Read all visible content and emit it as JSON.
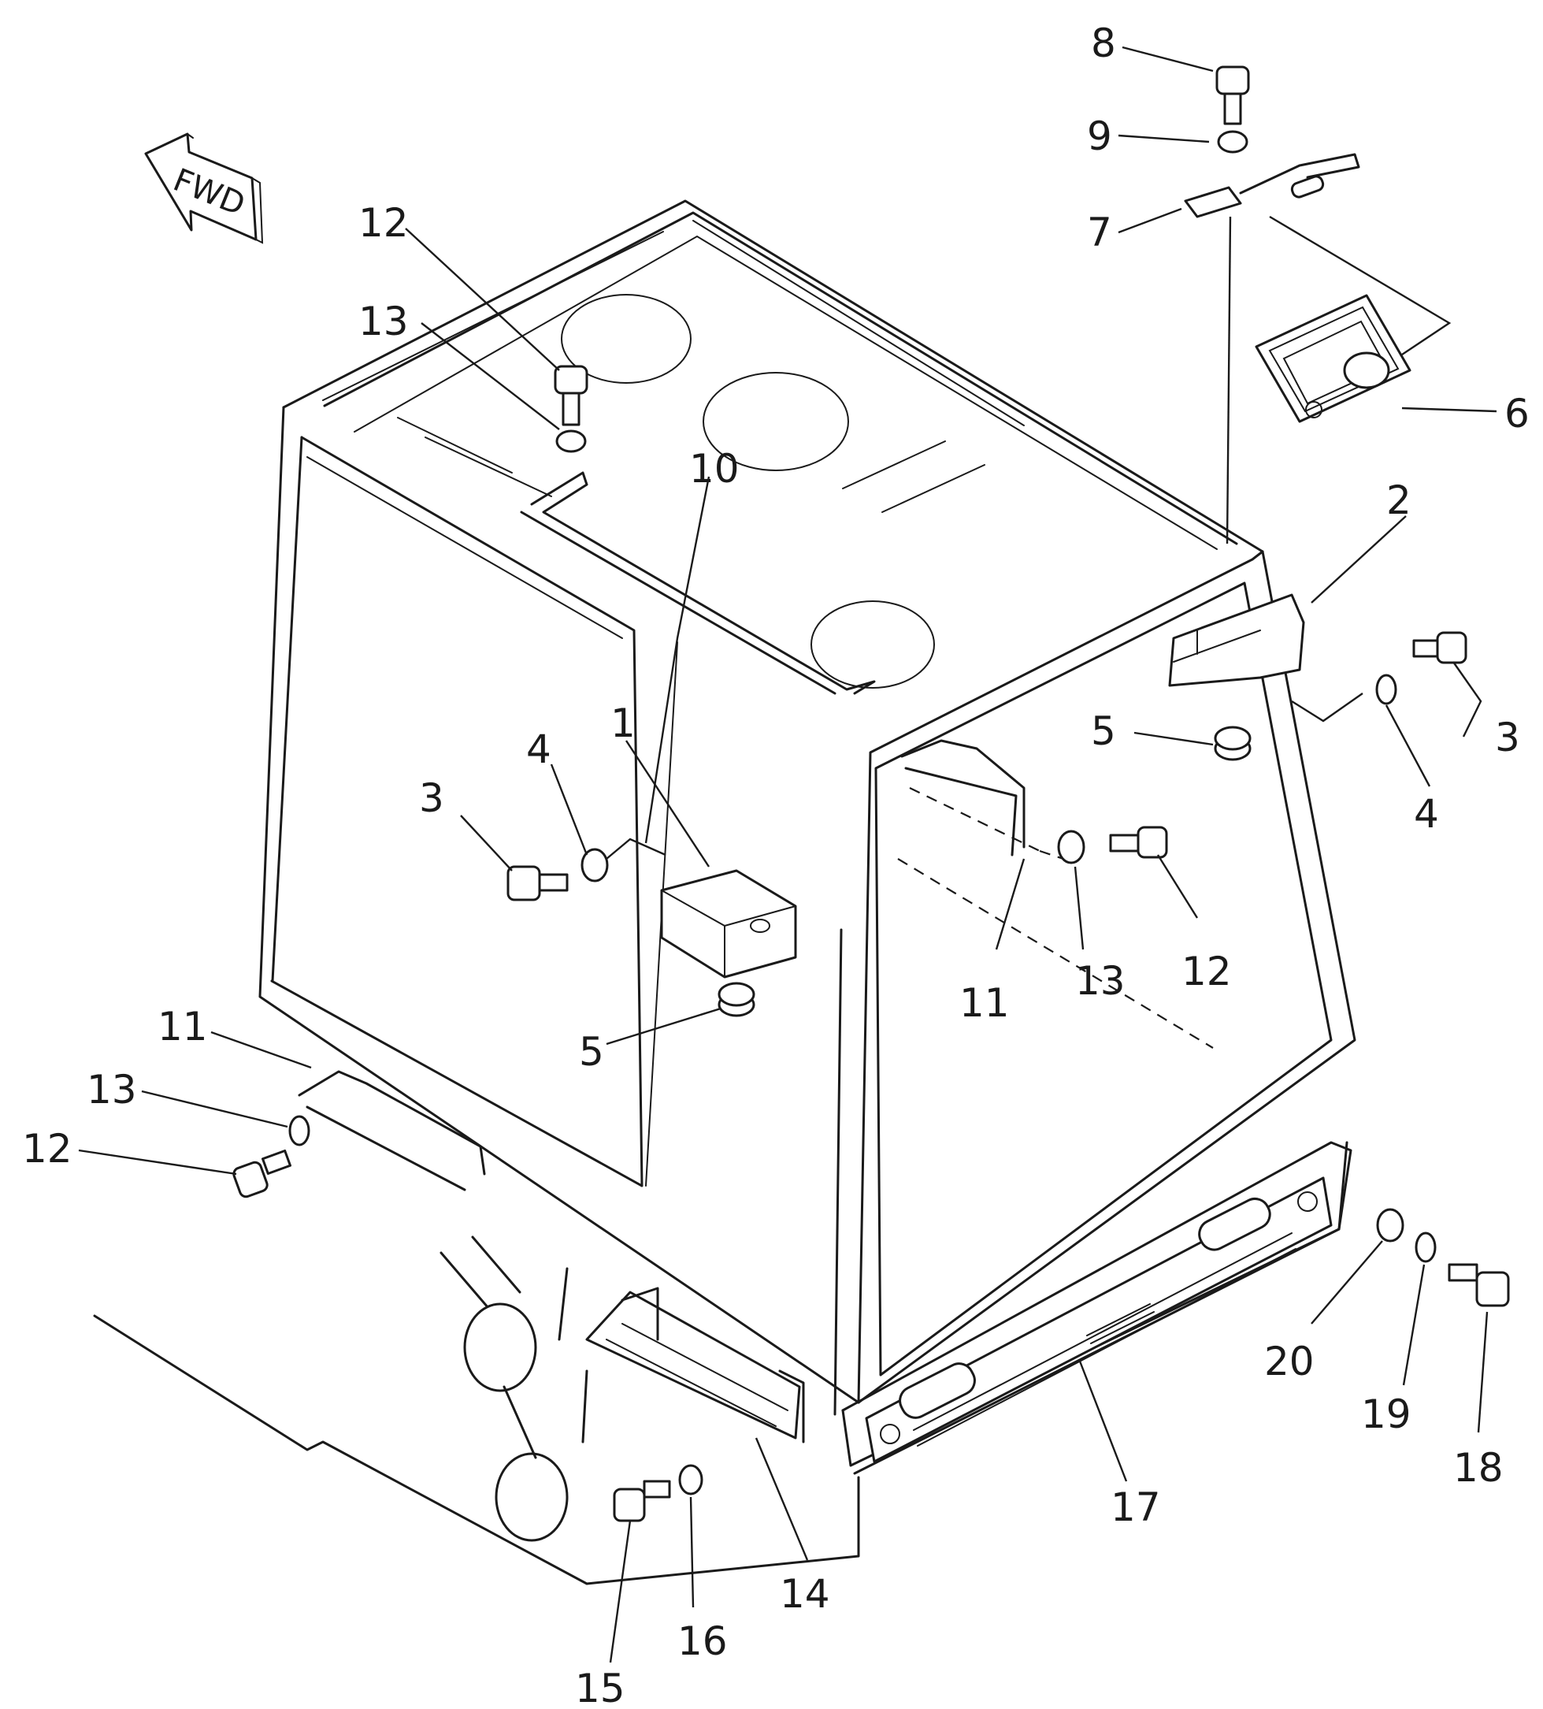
{
  "direction_label": "FWD",
  "callouts": {
    "c1": "1",
    "c2": "2",
    "c3a": "3",
    "c3b": "3",
    "c4a": "4",
    "c4b": "4",
    "c5a": "5",
    "c5b": "5",
    "c6": "6",
    "c7": "7",
    "c8": "8",
    "c9": "9",
    "c10": "10",
    "c11a": "11",
    "c11b": "11",
    "c12a": "12",
    "c12b": "12",
    "c12c": "12",
    "c13a": "13",
    "c13b": "13",
    "c13c": "13",
    "c14": "14",
    "c15": "15",
    "c16": "16",
    "c17": "17",
    "c18": "18",
    "c19": "19",
    "c20": "20"
  },
  "colors": {
    "line": "#1a1a1a",
    "background": "#ffffff"
  }
}
